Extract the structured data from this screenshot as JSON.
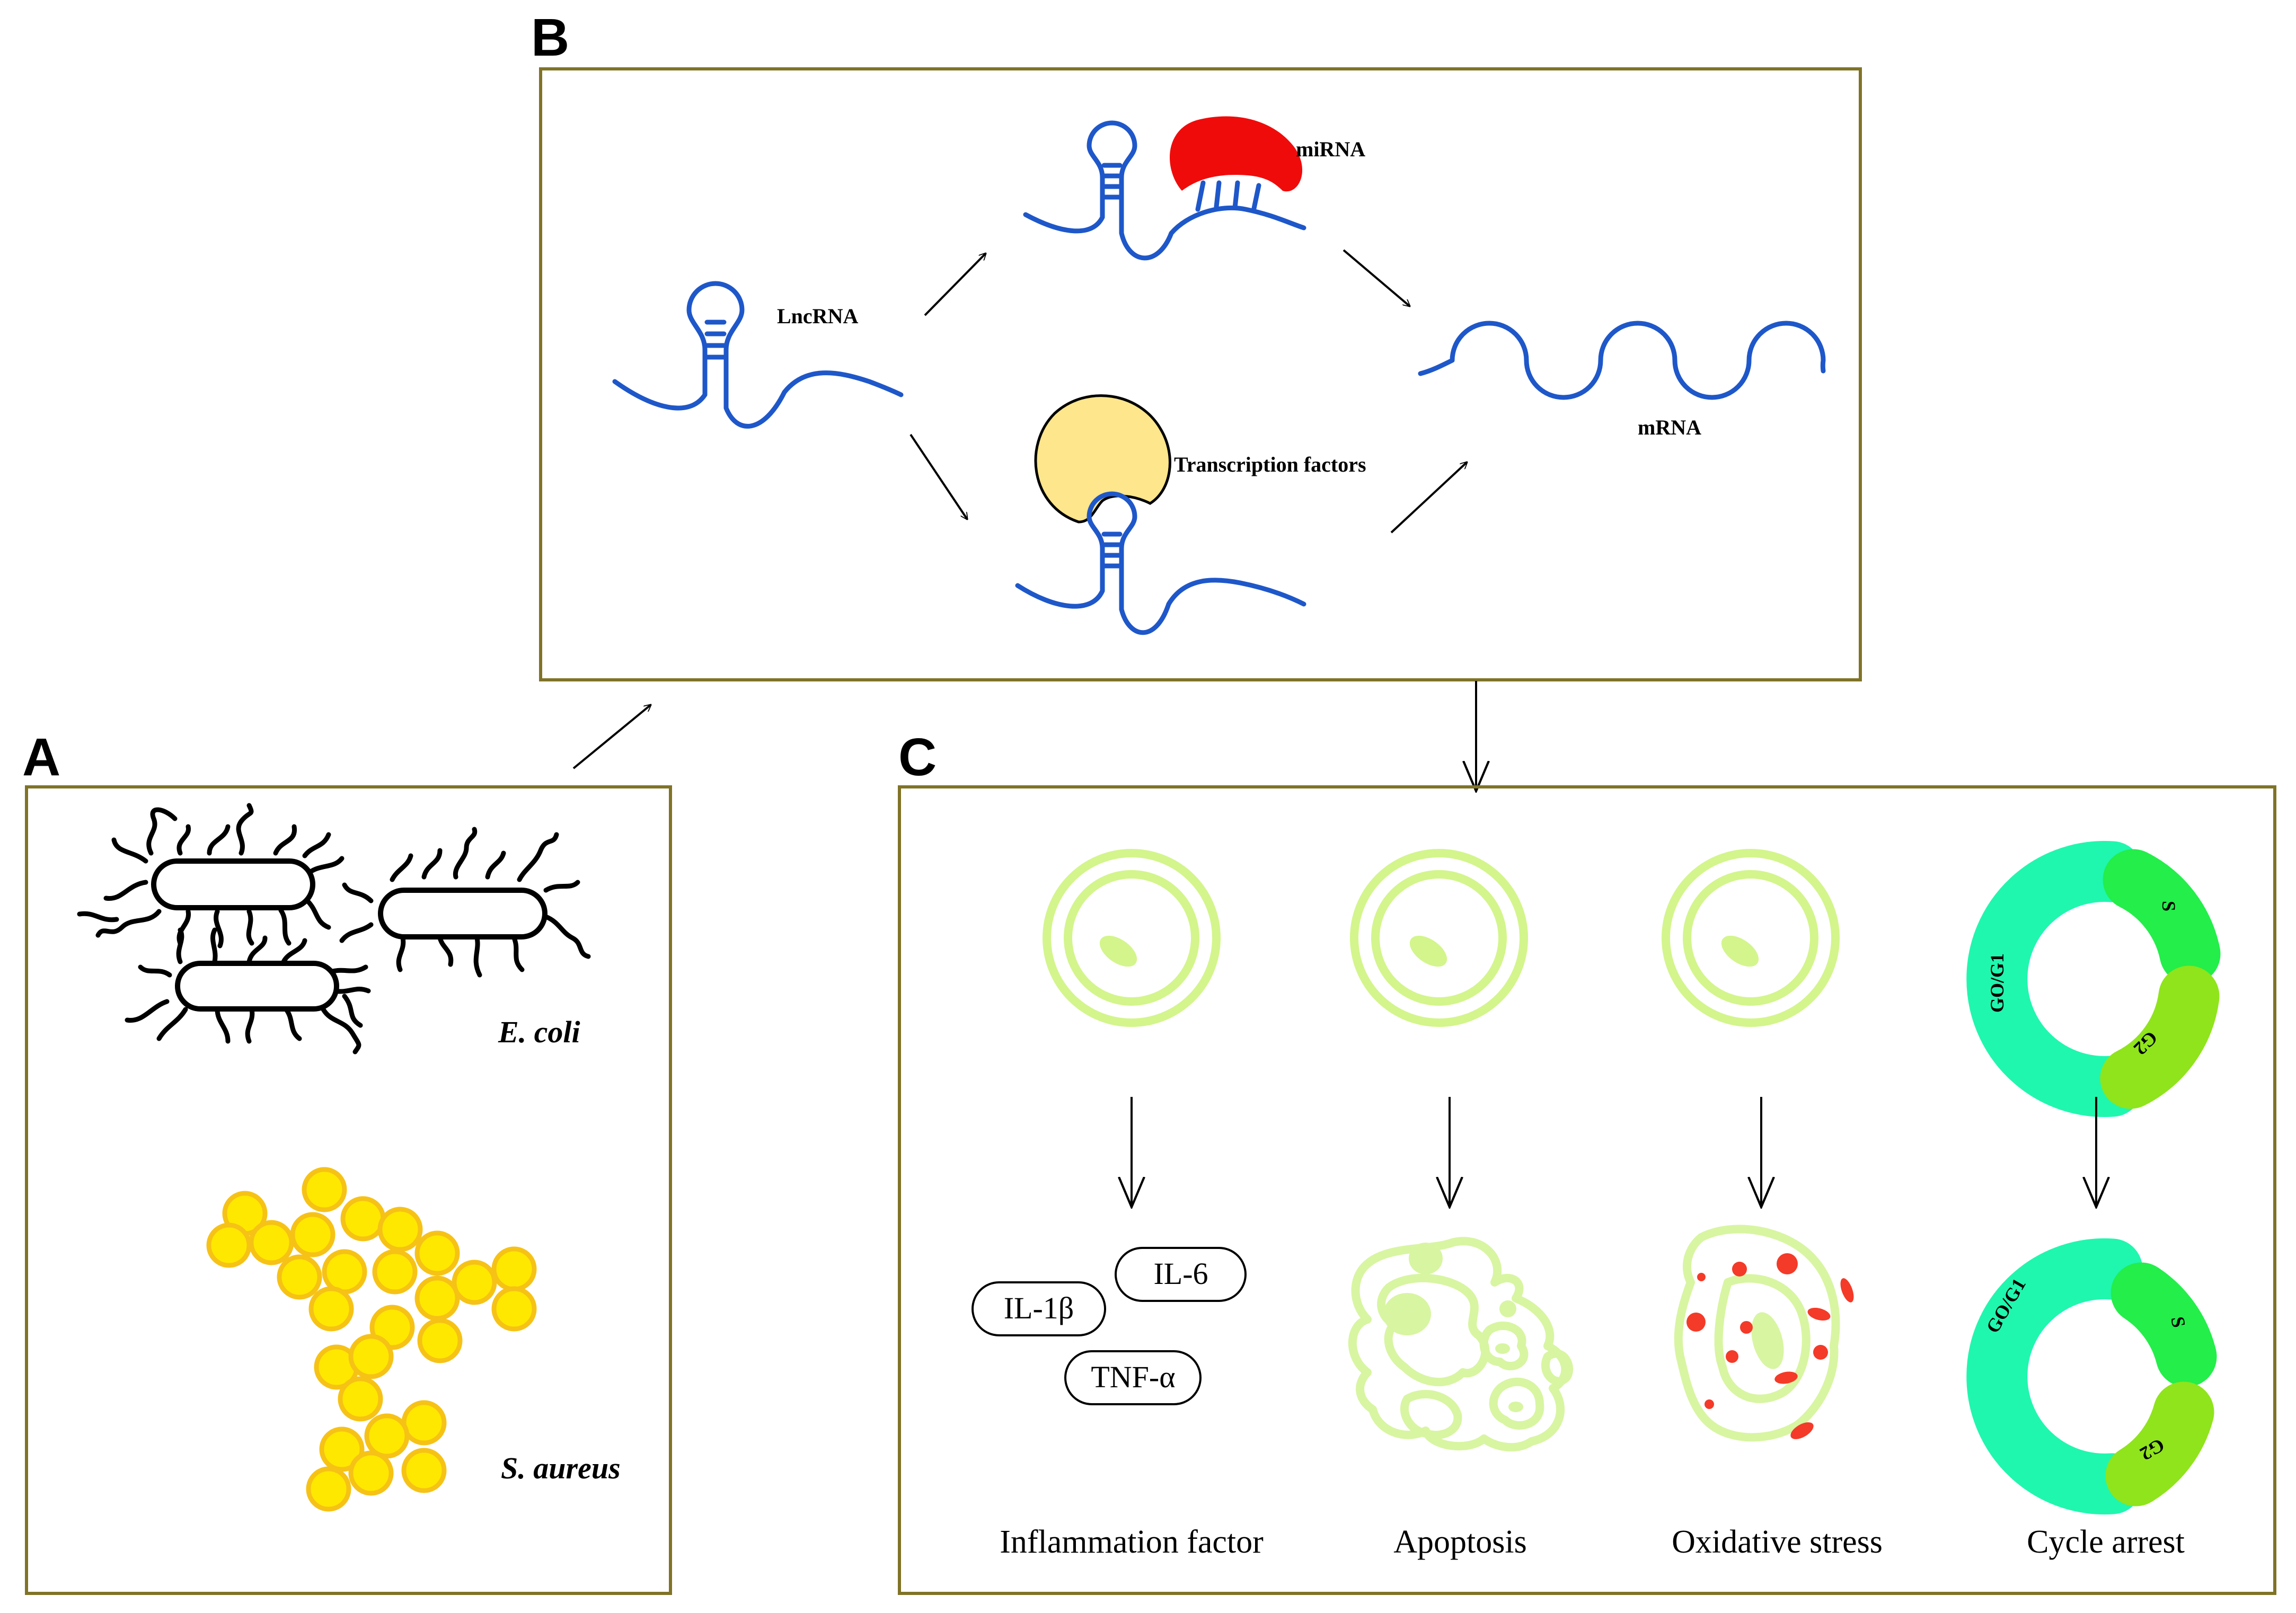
{
  "panels": {
    "a": {
      "letter": "A",
      "ecoli_label": "E. coli",
      "saureus_label": "S. aureus"
    },
    "b": {
      "letter": "B",
      "lncrna_label": "LncRNA",
      "mirna_label": "miRNA",
      "tf_label": "Transcription factors",
      "mrna_label": "mRNA"
    },
    "c": {
      "letter": "C",
      "cytokines": [
        "IL-1β",
        "IL-6",
        "TNF-α"
      ],
      "phase_labels": [
        "GO/G1",
        "S",
        "G2"
      ],
      "outcomes": [
        "Inflammation factor",
        "Apoptosis",
        "Oxidative stress",
        "Cycle arrest"
      ]
    }
  },
  "colors": {
    "panel_border": "#807327",
    "rna": "#1e57c9",
    "mirna": "#f00b0b",
    "transcription_factor": "#fde68b",
    "cell": "#d3f58c",
    "staph": "#ffe800",
    "phase_g0g1": "#1ff7ae",
    "phase_s": "#23ee4a",
    "phase_g2": "#8fe41b",
    "ros": "#f43a28"
  }
}
